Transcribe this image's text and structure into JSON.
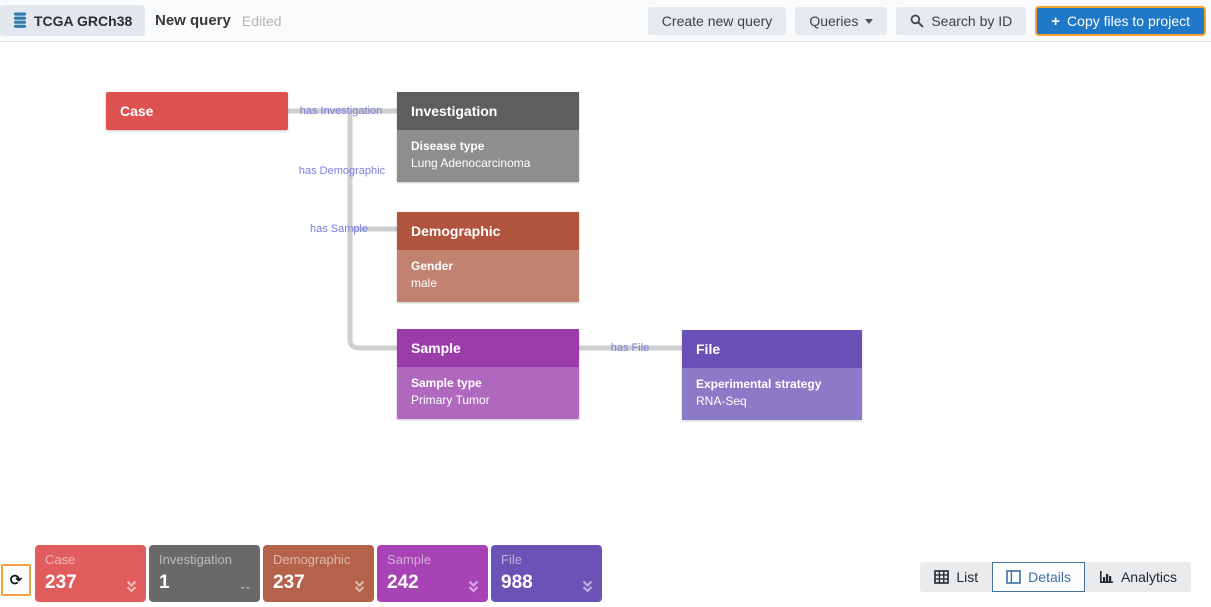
{
  "topbar": {
    "dataset_label": "TCGA GRCh38",
    "query_title": "New query",
    "query_status": "Edited",
    "create_button": "Create new query",
    "queries_button": "Queries",
    "search_button": "Search by ID",
    "copy_plus": "+",
    "copy_button": "Copy files to project"
  },
  "graph": {
    "nodes": [
      {
        "id": "case",
        "title": "Case",
        "header_color": "#de5151"
      },
      {
        "id": "investigation",
        "title": "Investigation",
        "property": "Disease type",
        "value": "Lung Adenocarcinoma",
        "header_color": "#5e5e5e",
        "body_color": "#8e8e8e"
      },
      {
        "id": "demographic",
        "title": "Demographic",
        "property": "Gender",
        "value": "male",
        "header_color": "#b1543e",
        "body_color": "#c28270"
      },
      {
        "id": "sample",
        "title": "Sample",
        "property": "Sample type",
        "value": "Primary Tumor",
        "header_color": "#9b3da8",
        "body_color": "#af68bd"
      },
      {
        "id": "file",
        "title": "File",
        "property": "Experimental strategy",
        "value": "RNA-Seq",
        "header_color": "#6950b6",
        "body_color": "#8b7ac7"
      }
    ],
    "edges": [
      {
        "label": "has Investigation"
      },
      {
        "label": "has Demographic"
      },
      {
        "label": "has Sample"
      },
      {
        "label": "has File"
      }
    ],
    "edge_label_color": "#7b7ce0",
    "edge_line_color": "#cfcfcf"
  },
  "footer": {
    "refresh_icon": "⟳",
    "cards": [
      {
        "label": "Case",
        "count": "237",
        "affordance": "chevron",
        "color": "#e15d5d"
      },
      {
        "label": "Investigation",
        "count": "1",
        "affordance": "--",
        "color": "#696969"
      },
      {
        "label": "Demographic",
        "count": "237",
        "affordance": "chevron",
        "color": "#b5624a"
      },
      {
        "label": "Sample",
        "count": "242",
        "affordance": "chevron",
        "color": "#a743b5"
      },
      {
        "label": "File",
        "count": "988",
        "affordance": "chevron",
        "color": "#6b52b7"
      }
    ],
    "views": [
      {
        "label": "List",
        "active": false
      },
      {
        "label": "Details",
        "active": true
      },
      {
        "label": "Analytics",
        "active": false
      }
    ]
  },
  "colors": {
    "primary_button_blue": "#1f78c8",
    "focus_ring_orange": "#f0a132",
    "active_view_blue": "#3a6ea5"
  }
}
